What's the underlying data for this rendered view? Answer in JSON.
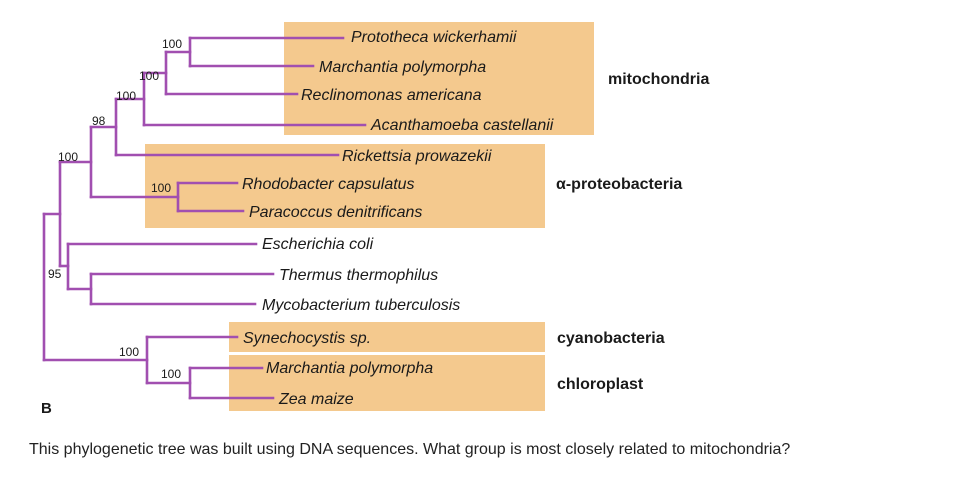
{
  "colors": {
    "branch": "#a14fb0",
    "highlight": "#f4c98e",
    "text": "#1a1a1a"
  },
  "panel_label": "B",
  "taxa": {
    "prototheca": "Prototheca wickerhamii",
    "marchantia_mito": "Marchantia polymorpha",
    "reclinomonas": "Reclinomonas americana",
    "acanthamoeba": "Acanthamoeba castellanii",
    "rickettsia": "Rickettsia prowazekii",
    "rhodobacter": "Rhodobacter capsulatus",
    "paracoccus": "Paracoccus denitrificans",
    "ecoli": "Escherichia coli",
    "thermus": "Thermus thermophilus",
    "mycobacterium": "Mycobacterium tuberculosis",
    "synechocystis": "Synechocystis sp.",
    "marchantia_chloro": "Marchantia polymorpha",
    "zea": "Zea maize"
  },
  "groups": {
    "mitochondria": "mitochondria",
    "alpha": "α-proteobacteria",
    "cyano": "cyanobacteria",
    "chloroplast": "chloroplast"
  },
  "support": {
    "n1": "100",
    "n2": "100",
    "n3": "100",
    "n4": "98",
    "n5": "100",
    "n6": "100",
    "n7": "95",
    "n8": "100",
    "n9": "100"
  },
  "question": "This phylogenetic tree was built using DNA sequences. What group is most closely related to mitochondria?"
}
